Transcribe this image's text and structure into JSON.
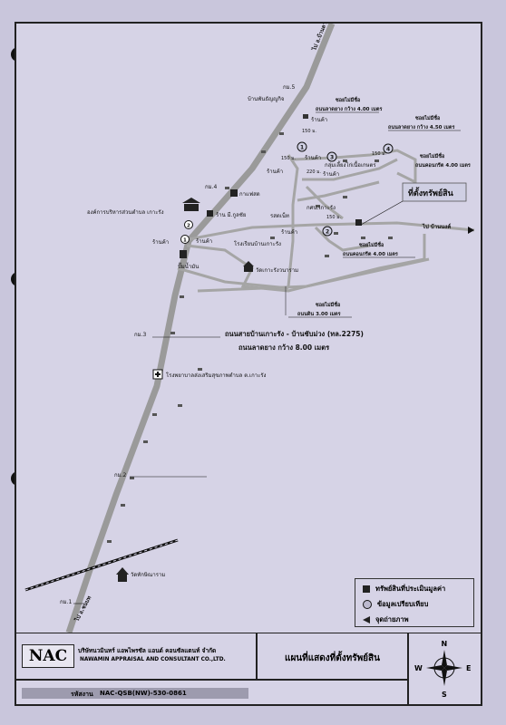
{
  "map": {
    "road_top": "ไป อ.บ้านลาด",
    "road_bottom": "ไป อ.ชนบท",
    "road_east": "ไป บ้านนงค์",
    "km_markers": [
      "กม.5",
      "กม.4",
      "กม.3",
      "กม.2",
      "กม.1"
    ],
    "labels": {
      "ban_nong": "บ้านพันธัญญูกิจ",
      "shop1": "ร้านค้า",
      "shop2": "ร้านค้า",
      "shop3": "ร้านค้า",
      "shop4": "ร้านค้า",
      "shop5": "ร้านค้า",
      "shop6": "ร้านค้า",
      "shop7": "ร้านค้า",
      "gas": "ปั๊มน้ำมัน",
      "sao": "องค์การบริหารส่วนตำบล เกาะรัง",
      "mart": "ร้าน มี.กูลชัย",
      "kanfa": "กาแฟสด",
      "school": "โรงเรียนบ้านเกาะรัง",
      "temple": "วัดเกาะรังวนาราม",
      "kosor": "กศน.เกาะรัง",
      "rods": "รสตเน็ท",
      "club": "กลุ่มเลี้ยงไก่เนื้อเกษตร",
      "hospital": "โรงพยาบาลส่งเสริมสุขภาพตำบล ต.เกาะรัง",
      "temple2": "วัดทักษิณาราม",
      "main_road_1": "ถนนสายบ้านเกาะรัง - บ้านชับม่วง (ทล.2275)",
      "main_road_2": "ถนนลาดยาง กว้าง 8.00 เมตร",
      "soi1_t": "ซอยไม่มีชื่อ",
      "soi1_s": "ถนนลาดยาง กว้าง 4.00 เมตร",
      "soi2_t": "ซอยไม่มีชื่อ",
      "soi2_s": "ถนนลาดยาง กว้าง 4.50 เมตร",
      "soi3_t": "ซอยไม่มีชื่อ",
      "soi3_s": "ถนนคอนกรีต 4.00 เมตร",
      "soi4_t": "ซอยไม่มีชื่อ",
      "soi4_s": "ถนนคอนกรีต 4.00 เมตร",
      "soi5_t": "ซอยไม่มีชื่อ",
      "soi5_s": "ถนนดิน 3.00 เมตร",
      "site": "ที่ตั้งทรัพย์สิน",
      "d150a": "150 ม.",
      "d220": "220 ม.",
      "d150b": "150 ม.",
      "d150c": "150 ม.",
      "d150d": "150 ม."
    },
    "comparables": [
      "1",
      "2",
      "3",
      "4"
    ],
    "junctions": [
      "1",
      "2"
    ]
  },
  "legend": {
    "property": "ทรัพย์สินที่ประเมินมูลค่า",
    "comparable": "ข้อมูลเปรียบเทียบ",
    "photo": "จุดถ่ายภาพ"
  },
  "footer": {
    "logo": "NAC",
    "company_th": "บริษัทนวมินทร์ แอพไพรซัล แอนด์ คอนซัลแตนท์ จำกัด",
    "company_en": "NAWAMIN APPRAISAL AND CONSULTANT CO.,LTD.",
    "title": "แผนที่แสดงที่ตั้งทรัพย์สิน",
    "job_label": "รหัสงาน",
    "job_code": "NAC-QSB(NW)-530-0861"
  },
  "compass": {
    "n": "N",
    "s": "S",
    "e": "E",
    "w": "W"
  },
  "colors": {
    "paper": "#d6d3e6",
    "road": "#9a9a9a",
    "ink": "#111111"
  }
}
